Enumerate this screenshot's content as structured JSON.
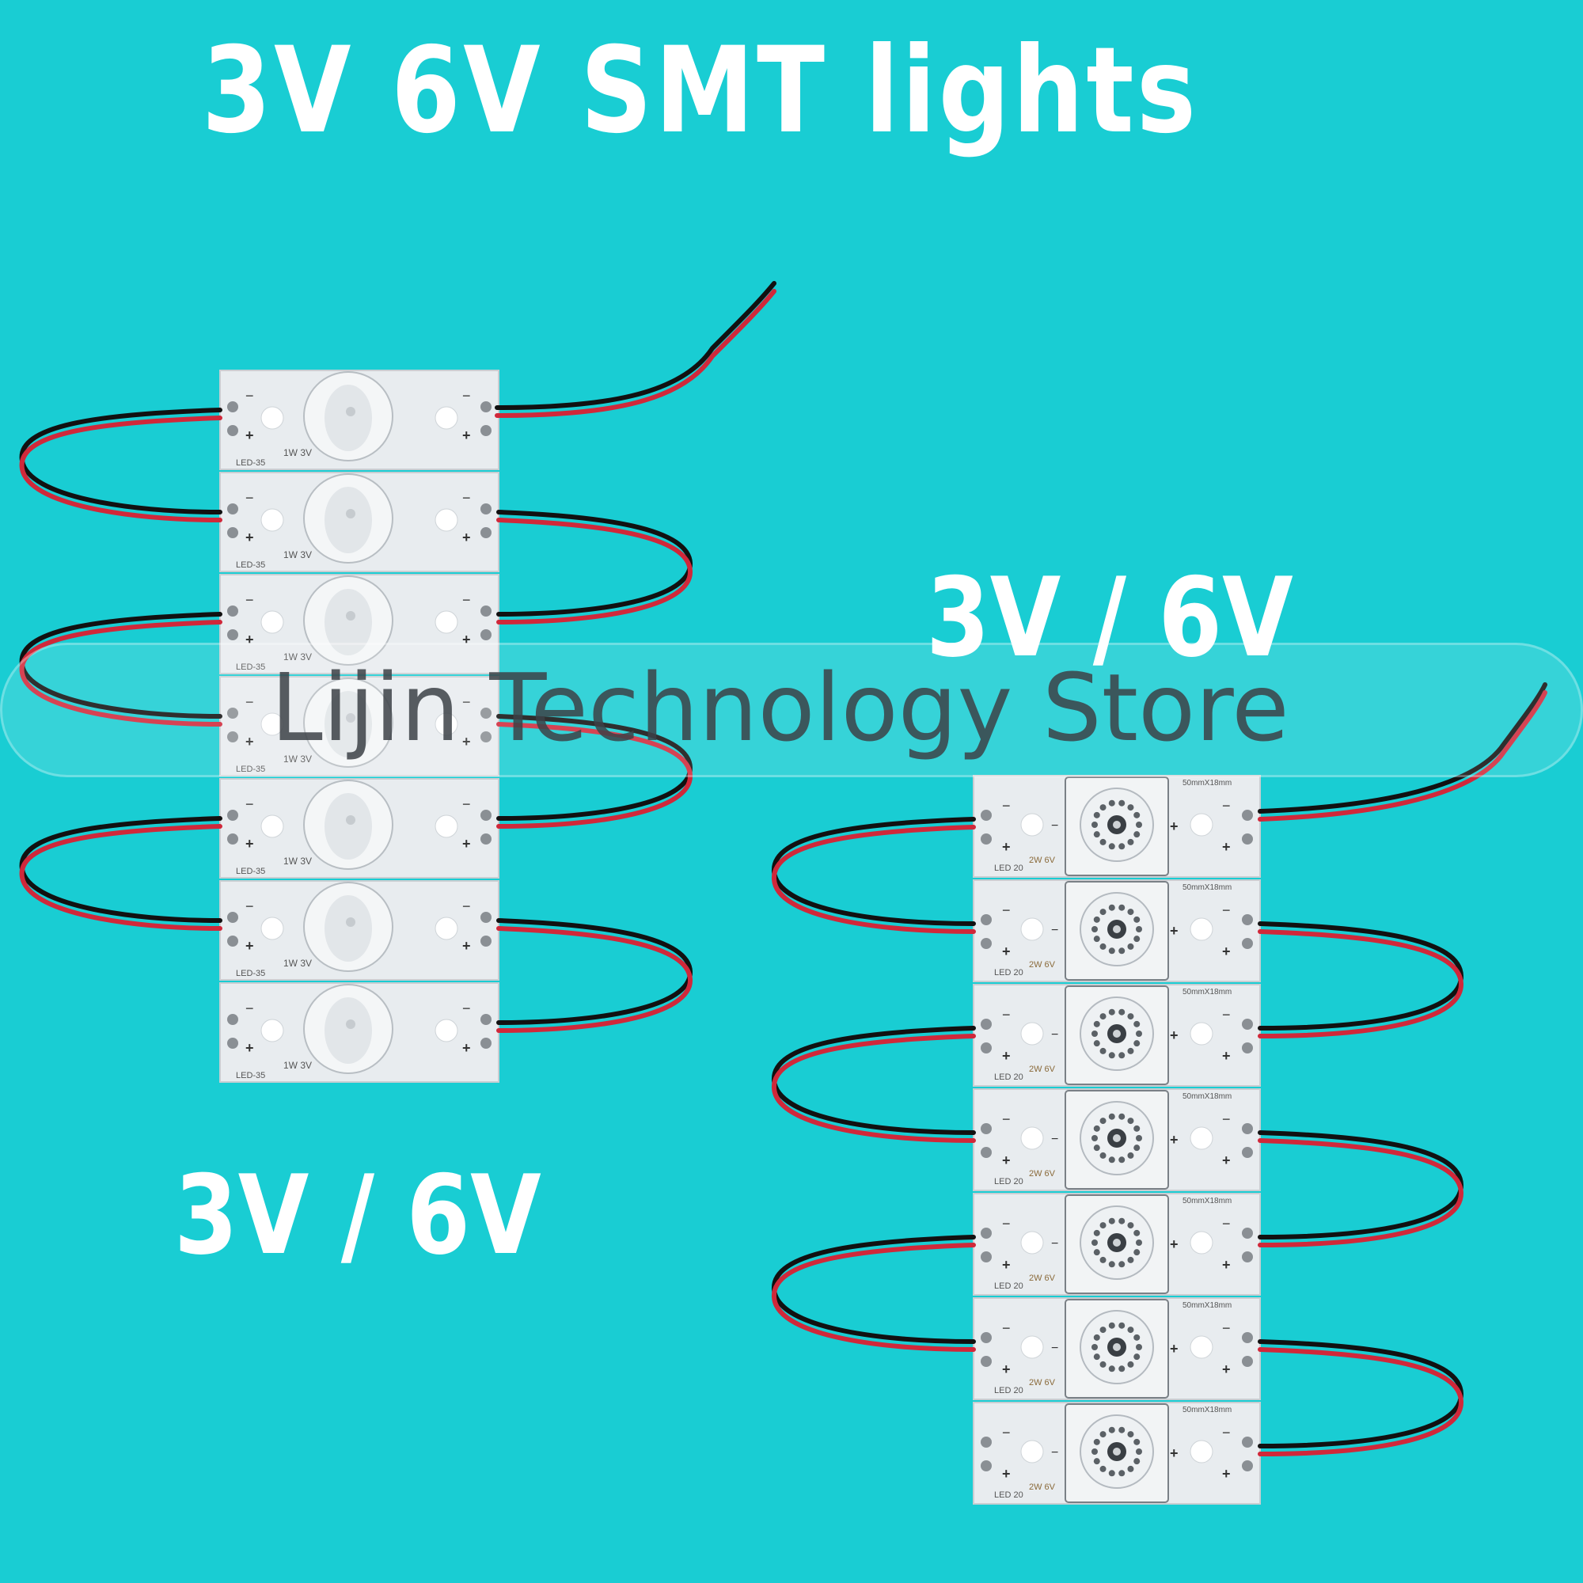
{
  "headline": {
    "title": "3V 6V  SMT lights"
  },
  "labels": {
    "left_voltage": "3V / 6V",
    "right_voltage": "3V / 6V"
  },
  "watermark": {
    "text": "Lijin Technology Store"
  },
  "left_strip": {
    "module_count": 7,
    "module_label": "LED-35",
    "power_label": "1W 3V",
    "minus": "−",
    "plus": "+"
  },
  "right_strip": {
    "module_count": 7,
    "module_label": "LED 20",
    "power_label": "2W 6V",
    "size_label": "50mmX18mm",
    "minus": "−",
    "plus": "+"
  },
  "colors": {
    "background": "#19cdd3",
    "pcb": "#e8ecef",
    "wire_red": "#d0283a",
    "wire_black": "#111111",
    "text": "#ffffff"
  }
}
